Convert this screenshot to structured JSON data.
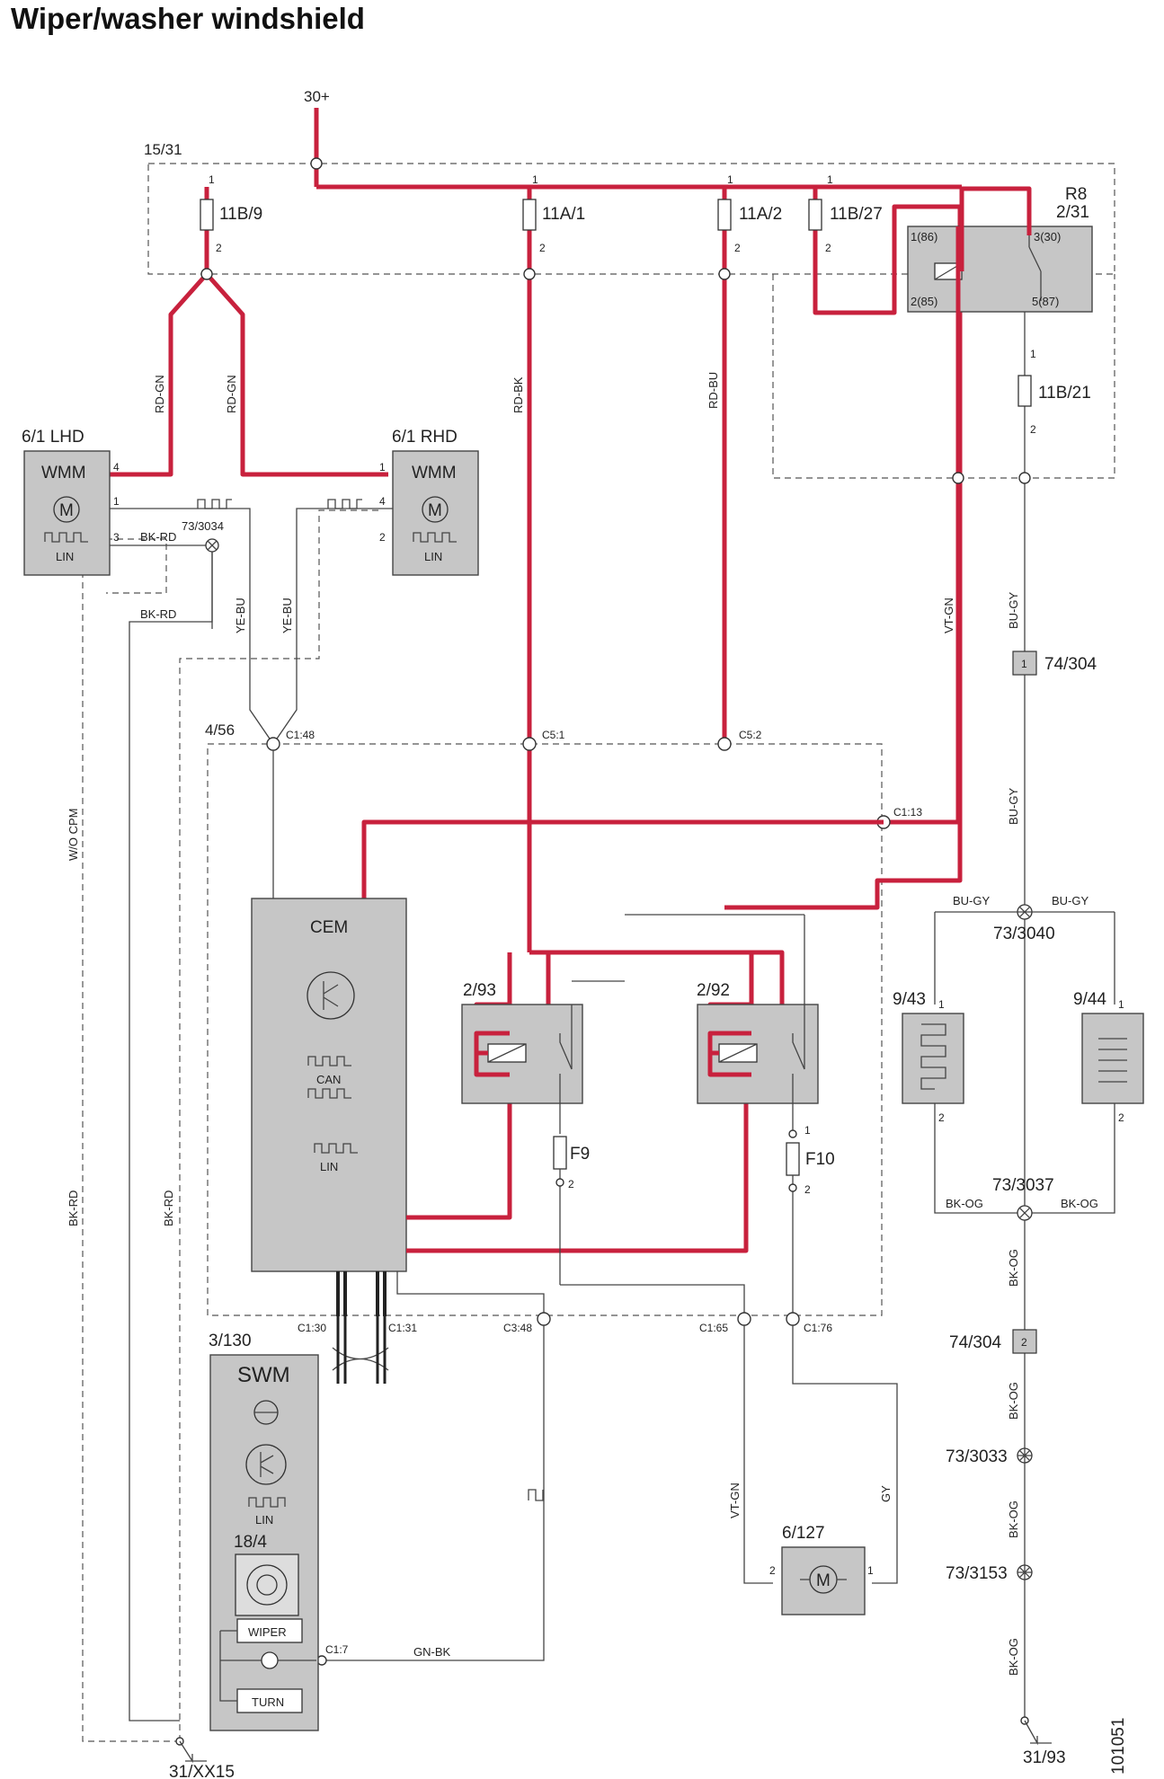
{
  "title": "Wiper/washer windshield",
  "doc_number": "101051",
  "supply": "30+",
  "areas": {
    "fusebox": "15/31",
    "cem_area": "4/56"
  },
  "fuses": {
    "f1": "11B/9",
    "f2": "11A/1",
    "f3": "11A/2",
    "f4": "11B/27",
    "f5": "11B/21",
    "f9": "F9",
    "f10": "F10"
  },
  "relay_r8": {
    "name": "R8",
    "id": "2/31",
    "pin86": "1(86)",
    "pin30": "3(30)",
    "pin85": "2(85)",
    "pin87": "5(87)"
  },
  "motors": {
    "lhd_id": "6/1 LHD",
    "rhd_id": "6/1 RHD",
    "wmm": "WMM",
    "m": "M",
    "lin": "LIN",
    "washer_id": "6/127"
  },
  "cem": {
    "name": "CEM",
    "can": "CAN",
    "lin": "LIN"
  },
  "relays_small": {
    "r1": "2/93",
    "r2": "2/92"
  },
  "swm": {
    "id": "3/130",
    "name": "SWM",
    "lin": "LIN",
    "sub_id": "18/4",
    "wiper": "WIPER",
    "turn": "TURN"
  },
  "sensors": {
    "s1": "9/43",
    "s2": "9/44"
  },
  "connectors": {
    "c148": "C1:48",
    "c51": "C5:1",
    "c52": "C5:2",
    "c113": "C1:13",
    "c130": "C1:30",
    "c131": "C1:31",
    "c348": "C3:48",
    "c165": "C1:65",
    "c176": "C1:76",
    "c17": "C1:7"
  },
  "splices": {
    "s3034": "73/3034",
    "s3040": "73/3040",
    "s3037": "73/3037",
    "s3033": "73/3033",
    "s3153": "73/3153",
    "k304a": "74/304",
    "k304b": "74/304"
  },
  "grounds": {
    "g1": "31/XX15",
    "g2": "31/93"
  },
  "wire_colors": {
    "rdgn": "RD-GN",
    "rdbk": "RD-BK",
    "rdbu": "RD-BU",
    "bkrd": "BK-RD",
    "yebu": "YE-BU",
    "vtgn": "VT-GN",
    "bugy": "BU-GY",
    "bkog": "BK-OG",
    "gnbk": "GN-BK",
    "gy": "GY",
    "wocpm": "W/O CPM"
  },
  "pins": {
    "p1": "1",
    "p2": "2",
    "p3": "3",
    "p4": "4"
  },
  "colors": {
    "power_wire": "#c8213d",
    "component_fill": "#c6c6c6"
  }
}
